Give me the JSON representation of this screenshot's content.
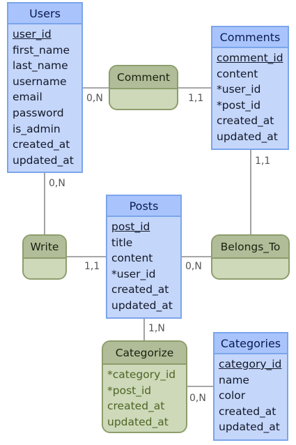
{
  "entities": {
    "users": {
      "title": "Users",
      "attrs": [
        "user_id",
        "first_name",
        "last_name",
        "username",
        "email",
        "password",
        "is_admin",
        "created_at",
        "updated_at"
      ]
    },
    "comments": {
      "title": "Comments",
      "attrs": [
        "comment_id",
        "content",
        "*user_id",
        "*post_id",
        "created_at",
        "updated_at"
      ]
    },
    "posts": {
      "title": "Posts",
      "attrs": [
        "post_id",
        "title",
        "content",
        "*user_id",
        "created_at",
        "updated_at"
      ]
    },
    "categories": {
      "title": "Categories",
      "attrs": [
        "category_id",
        "name",
        "color",
        "created_at",
        "updated_at"
      ]
    }
  },
  "relationships": {
    "comment": {
      "title": "Comment"
    },
    "write": {
      "title": "Write"
    },
    "belongs_to": {
      "title": "Belongs_To"
    },
    "categorize": {
      "title": "Categorize",
      "attrs": [
        "*category_id",
        "*post_id",
        "created_at",
        "updated_at"
      ]
    }
  },
  "cardinalities": {
    "users_comment": "0,N",
    "comment_comments": "1,1",
    "users_write": "0,N",
    "write_posts": "1,1",
    "comments_belongs": "1,1",
    "posts_belongs": "0,N",
    "posts_categorize": "1,N",
    "categories_categorize": "0,N"
  },
  "colors": {
    "entity_fill": "#c5d6fb",
    "entity_header": "#a9c4fc",
    "entity_border": "#7aa5ea",
    "relationship_fill": "#cdd9b9",
    "relationship_header": "#b0bd98",
    "relationship_border": "#8d9d6c"
  }
}
